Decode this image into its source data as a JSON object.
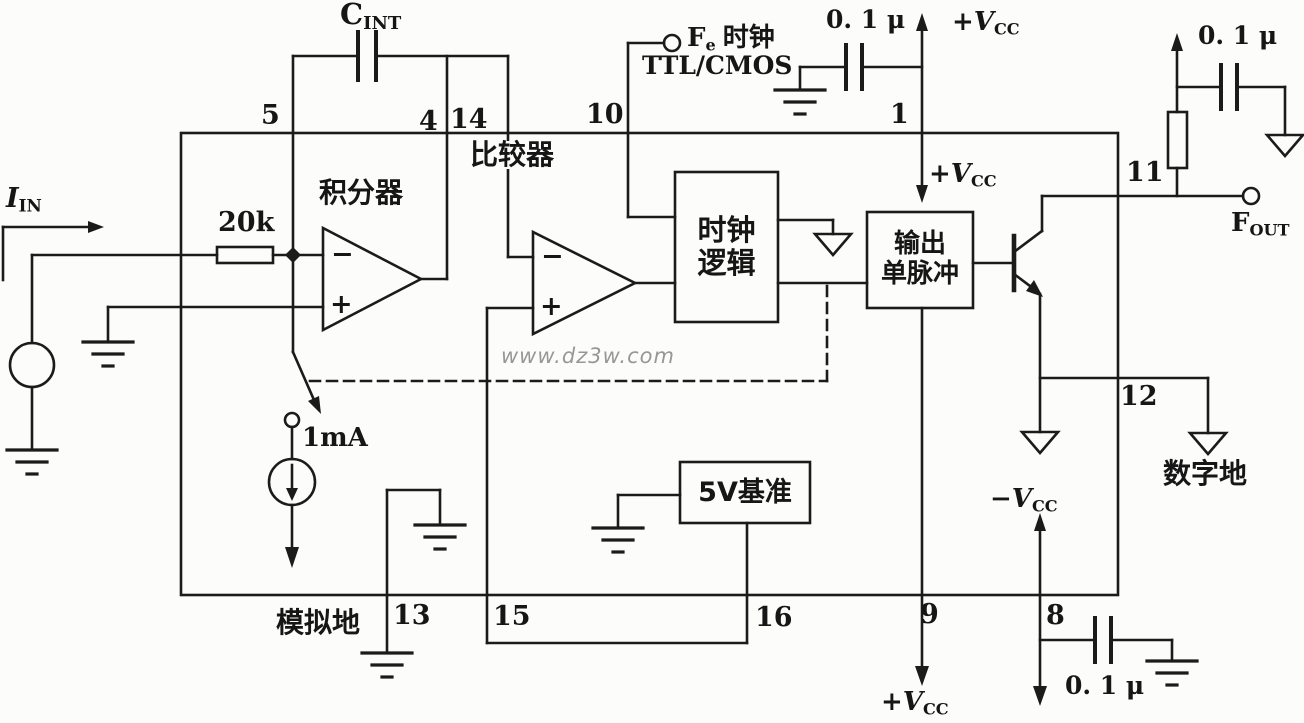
{
  "watermark": "www.dz3w.com",
  "blocks": {
    "integrator": "积分器",
    "comparator": "比较器",
    "clock_logic_line1": "时钟",
    "clock_logic_line2": "逻辑",
    "output_pulse_line1": "输出",
    "output_pulse_line2": "单脉冲",
    "vref": "5V基准"
  },
  "pins": {
    "p1": "1",
    "p4": "4",
    "p5": "5",
    "p8": "8",
    "p9": "9",
    "p10": "10",
    "p11": "11",
    "p12": "12",
    "p13": "13",
    "p14": "14",
    "p15": "15",
    "p16": "16"
  },
  "components": {
    "input_resistor": "20k",
    "current_source": "1mA",
    "bypass_cap": "0. 1 μ",
    "int_cap_main": "C",
    "int_cap_sub": "INT"
  },
  "signals": {
    "iin_main": "I",
    "iin_sub": "IN",
    "fout_main": "F",
    "fout_sub": "OUT",
    "clock_main": "F",
    "clock_sub": "e",
    "clock_word": "时钟",
    "clock_levels": "TTL/CMOS"
  },
  "power": {
    "plus": "+",
    "minus": "−",
    "v": "V",
    "cc": "CC"
  },
  "grounds": {
    "analog": "模拟地",
    "digital": "数字地"
  },
  "opamp": {
    "minus": "−",
    "plus": "+"
  },
  "colors": {
    "line": "#1b1b1b",
    "background": "#fcfcfa",
    "watermark": "#979797"
  }
}
